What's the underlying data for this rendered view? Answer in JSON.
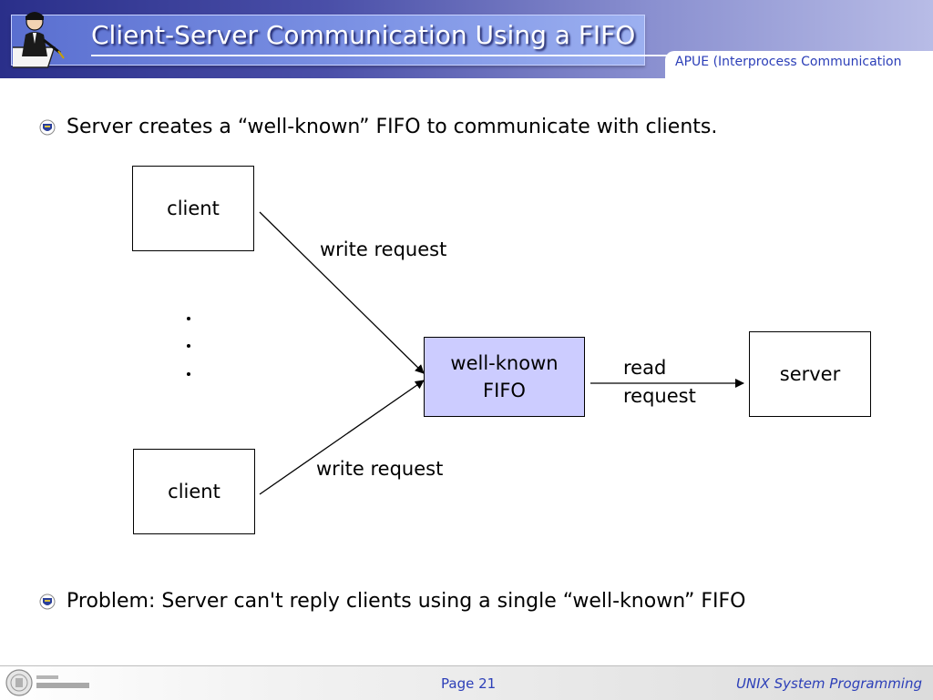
{
  "header": {
    "title": "Client-Server Communication Using a FIFO",
    "subtitle": "APUE (Interprocess Communication"
  },
  "bullets": [
    "Server creates a “well-known” FIFO to communicate with clients.",
    "Problem: Server can't reply clients using a single “well-known” FIFO"
  ],
  "diagram": {
    "client_top": "client",
    "client_bottom": "client",
    "fifo_line1": "well-known",
    "fifo_line2": "FIFO",
    "server": "server",
    "write_request_top": "write request",
    "write_request_bottom": "write request",
    "read_line1": "read",
    "read_line2": "request"
  },
  "footer": {
    "page": "Page 21",
    "course": "UNIX System Programming"
  },
  "colors": {
    "header_dark": "#2a2f8a",
    "accent_text": "#2c3fb8",
    "fifo_fill": "#ccccff"
  }
}
